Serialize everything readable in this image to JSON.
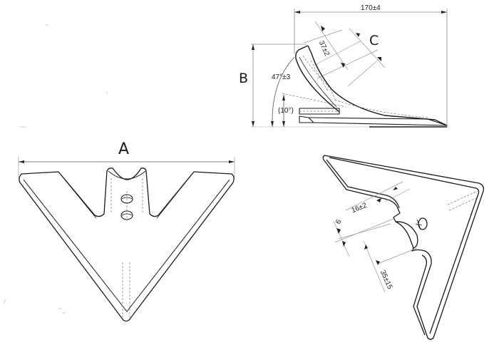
{
  "drawing": {
    "type": "technical drawing",
    "subject": "cultivator sweep share",
    "views": [
      {
        "id": "side",
        "name": "side view"
      },
      {
        "id": "top",
        "name": "top view"
      },
      {
        "id": "iso",
        "name": "isometric view"
      }
    ]
  },
  "labels": {
    "A": "A",
    "B": "B",
    "C": "C"
  },
  "dimensions": {
    "length": "170±4",
    "thickness_c": "37±2",
    "angle_main": "47°±3",
    "angle_tilt": "(10°)",
    "width_16": "16±2",
    "hole": "6",
    "offset_35": "35±15"
  },
  "colors": {
    "line": "#1a1a1a",
    "dim_line": "#9a9a9a",
    "hidden_line": "#777777",
    "background": "#ffffff"
  }
}
